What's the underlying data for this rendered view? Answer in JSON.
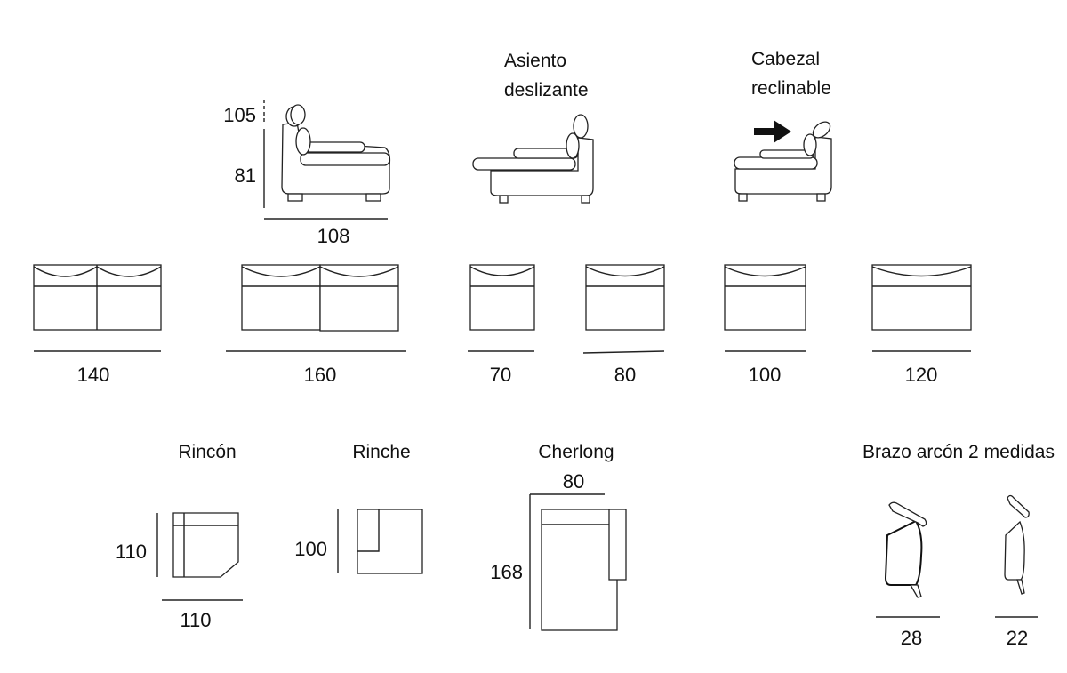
{
  "profiles": {
    "height_total": "105",
    "height_seat": "81",
    "depth": "108",
    "sliding_seat_title_1": "Asiento",
    "sliding_seat_title_2": "deslizante",
    "headrest_title_1": "Cabezal",
    "headrest_title_2": "reclinable"
  },
  "modules": [
    {
      "width": "140"
    },
    {
      "width": "160"
    },
    {
      "width": "70"
    },
    {
      "width": "80"
    },
    {
      "width": "100"
    },
    {
      "width": "120"
    }
  ],
  "rincon": {
    "title": "Rincón",
    "height": "110",
    "width": "110"
  },
  "rinche": {
    "title": "Rinche",
    "height": "100"
  },
  "cherlong": {
    "title": "Cherlong",
    "width": "80",
    "length": "168"
  },
  "arms": {
    "title": "Brazo arcón 2 medidas",
    "wide": "28",
    "narrow": "22"
  },
  "colors": {
    "stroke": "#222222",
    "background": "#ffffff"
  }
}
